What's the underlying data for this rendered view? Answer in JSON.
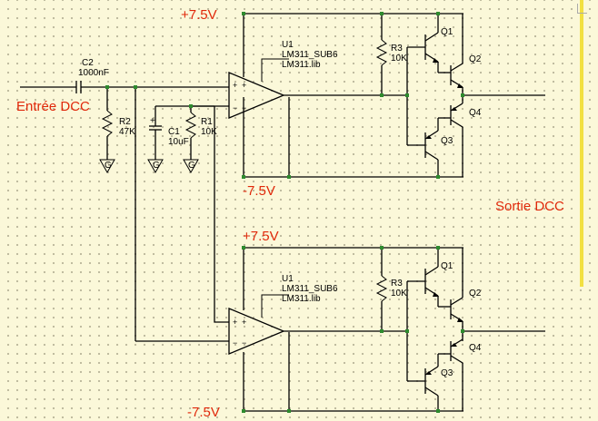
{
  "rails": {
    "top_pos": "+7.5V",
    "top_neg": "-7.5V",
    "bot_pos": "+7.5V",
    "bot_neg": "-7.5V"
  },
  "io": {
    "input": "Entrée DCC",
    "output": "Sortie DCC"
  },
  "components": {
    "c2_ref": "C2",
    "c2_val": "1000nF",
    "r2_ref": "R2",
    "r2_val": "47K",
    "c1_ref": "C1",
    "c1_val": "10uF",
    "r1_ref": "R1",
    "r1_val": "10K",
    "ground": "G"
  },
  "stage1": {
    "u_ref": "U1",
    "u_model": "LM311_SUB6",
    "u_lib": "LM311.lib",
    "r3_ref": "R3",
    "r3_val": "10K",
    "q1": "Q1",
    "q2": "Q2",
    "q3": "Q3",
    "q4": "Q4"
  },
  "stage2": {
    "u_ref": "U1",
    "u_model": "LM311_SUB6",
    "u_lib": "LM311.lib",
    "r3_ref": "R3",
    "r3_val": "10K",
    "q1": "Q1",
    "q2": "Q2",
    "q3": "Q3",
    "q4": "Q4"
  },
  "colors": {
    "background": "#fbf8d9",
    "wire": "#000000",
    "junction": "#2e8b2e",
    "label": "#e0280a"
  }
}
